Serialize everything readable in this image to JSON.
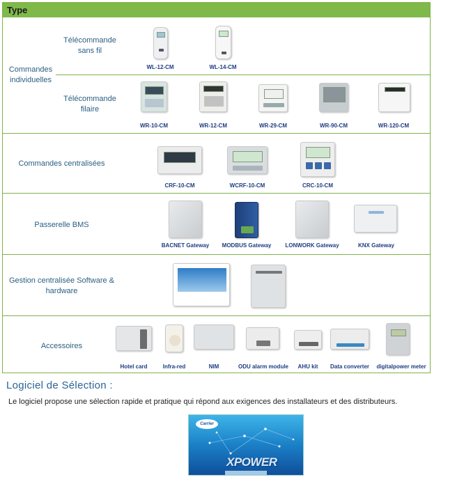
{
  "table": {
    "header": "Type",
    "rows": [
      {
        "label": "Commandes individuelles",
        "subgroups": [
          {
            "label": "Télécommande sans fil",
            "products": [
              "WL-12-CM",
              "WL-14-CM"
            ]
          },
          {
            "label": "Télécommande filaire",
            "products": [
              "WR-10-CM",
              "WR-12-CM",
              "WR-29-CM",
              "WR-90-CM",
              "WR-120-CM"
            ]
          }
        ]
      },
      {
        "label": "Commandes centralisées",
        "products": [
          "CRF-10-CM",
          "WCRF-10-CM",
          "CRC-10-CM"
        ]
      },
      {
        "label": "Passerelle BMS",
        "products": [
          "BACNET Gateway",
          "MODBUS Gateway",
          "LONWORK Gateway",
          "KNX Gateway"
        ]
      },
      {
        "label": "Gestion centralisée Software & hardware",
        "products": []
      },
      {
        "label": "Accessoires",
        "products": [
          "Hotel card",
          "Infra-red",
          "NIM",
          "ODU alarm module",
          "AHU kit",
          "Data converter",
          "digitalpower meter"
        ]
      }
    ]
  },
  "section": {
    "title": "Logiciel de Sélection :",
    "text": "Le logiciel propose une sélection rapide et pratique qui répond aux exigences des installateurs et des distributeurs."
  },
  "banner": {
    "logo": "Carrier",
    "brand": "XPOWER"
  },
  "colors": {
    "header_green": "#7fb94a",
    "label_blue": "#2b5e82",
    "caption_blue": "#1e3c80",
    "title_blue": "#2a6496"
  }
}
